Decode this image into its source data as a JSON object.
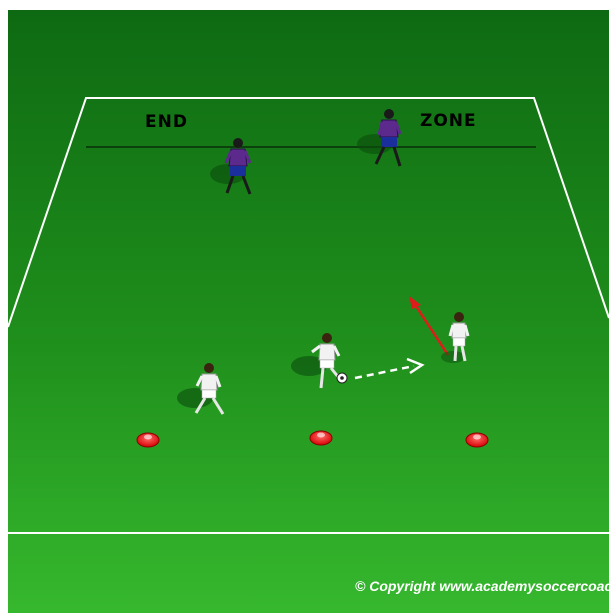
{
  "zone_labels": {
    "end": "END",
    "zone": "ZONE"
  },
  "copyright": "© Copyright www.academysoccercoach",
  "colors": {
    "grass_light": "#2fb12a",
    "grass_dark": "#0e6a12",
    "lines": "#ffffff",
    "cone": "#ff1f1f",
    "arrow_run": "#e01b1b",
    "arrow_pass": "#ffffff",
    "team_attack_shirt": "#f2f2f2",
    "team_defend_shirt": "#5b2a8c",
    "team_defend_shorts": "#1b2f9c"
  },
  "players": [
    {
      "id": "defender-left",
      "team": "defend",
      "icon": "player-icon"
    },
    {
      "id": "defender-right",
      "team": "defend",
      "icon": "player-icon"
    },
    {
      "id": "attacker-left",
      "team": "attack",
      "icon": "player-icon"
    },
    {
      "id": "attacker-ball",
      "team": "attack",
      "icon": "player-icon"
    },
    {
      "id": "attacker-right",
      "team": "attack",
      "icon": "player-icon"
    }
  ],
  "cones": 3,
  "arrows": [
    {
      "type": "pass",
      "style": "dashed",
      "color": "white"
    },
    {
      "type": "run",
      "style": "solid",
      "color": "red"
    }
  ]
}
